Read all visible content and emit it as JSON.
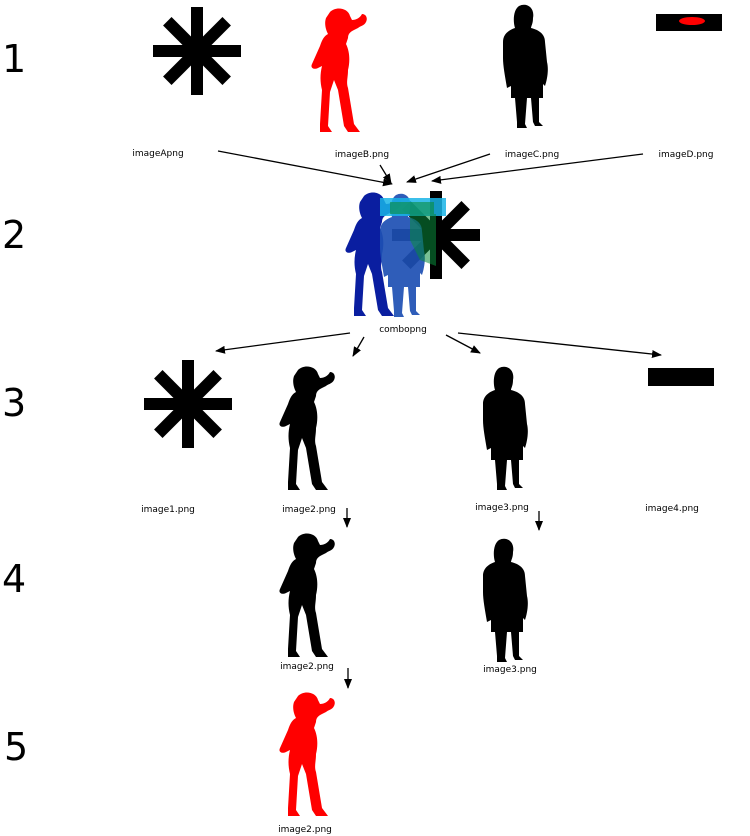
{
  "steps": [
    "1",
    "2",
    "3",
    "4",
    "5"
  ],
  "captions": {
    "imageA": "imageApng",
    "imageB": "imageB.png",
    "imageC": "imageC.png",
    "imageD": "imageD.png",
    "combo": "combopng",
    "image1": "image1.png",
    "image2": "image2.png",
    "image3": "image3.png",
    "image4": "image4.png",
    "image2_step4": "image2.png",
    "image3_step4": "image3.png",
    "image2_step5": "image2.png"
  },
  "colors": {
    "black": "#000000",
    "red": "#ff0000",
    "blue": "#0a1ea0",
    "cyan": "#19b4e6",
    "green": "#0a8c3c"
  }
}
